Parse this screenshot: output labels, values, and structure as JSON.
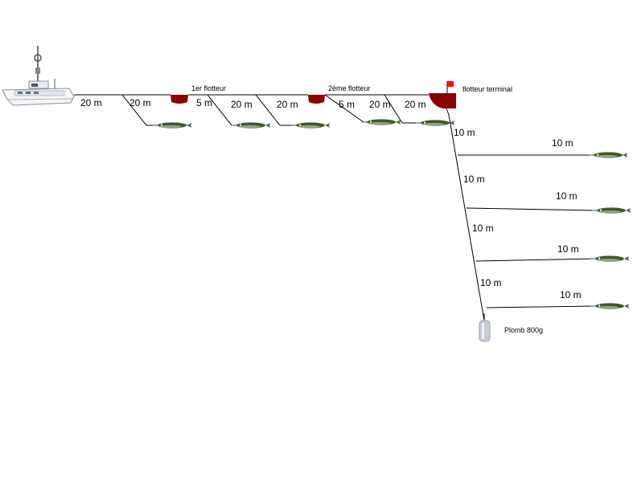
{
  "labels": {
    "float1": "1er flotteur",
    "float2": "2ème flotteur",
    "float_terminal": "flotteur terminal",
    "weight": "Plomb 800g"
  },
  "distances": {
    "boat_main": "20 m",
    "lure1": "20 m",
    "float1_offset": "5 m",
    "seg_a": "20 m",
    "seg_b": "20 m",
    "float2_offset": "5 m",
    "seg_c": "20 m",
    "seg_d": "20 m",
    "down_1": "10 m",
    "down_2": "10 m",
    "down_3": "10 m",
    "down_4": "10 m",
    "branch_1": "10 m",
    "branch_2": "10 m",
    "branch_3": "10 m",
    "branch_4": "10 m"
  },
  "colors": {
    "line": "#000000",
    "float": "#8b0000",
    "flag": "#ff0000",
    "lure_body": "#3e5a2a",
    "lure_belly": "#9aa08a",
    "weight": "#c9ccd6"
  },
  "icons": {
    "boat": "fishing-boat-icon",
    "lure": "lure-icon",
    "float": "float-icon",
    "flag": "flag-icon",
    "weight": "lead-weight-icon"
  }
}
